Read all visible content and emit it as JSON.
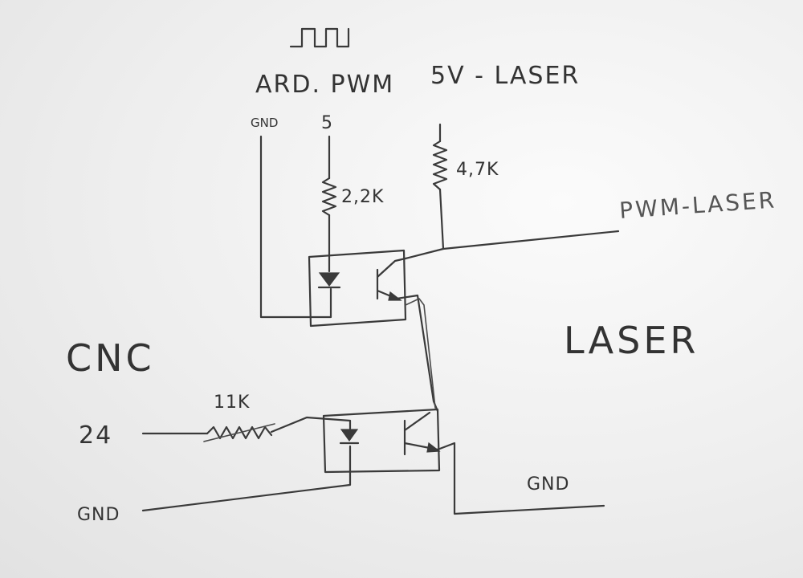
{
  "labels": {
    "ard_pwm": "ARD. PWM",
    "gnd_top": "GND",
    "pin_5": "5",
    "supply_5v": "5V - LASER",
    "r_pwm": "2,2K",
    "r_pullup": "4,7K",
    "pwm_laser": "PWM-LASER",
    "laser": "LASER",
    "cnc": "CNC",
    "cnc_24": "24",
    "r_cnc": "11K",
    "gnd_cnc": "GND",
    "gnd_laser": "GND"
  }
}
